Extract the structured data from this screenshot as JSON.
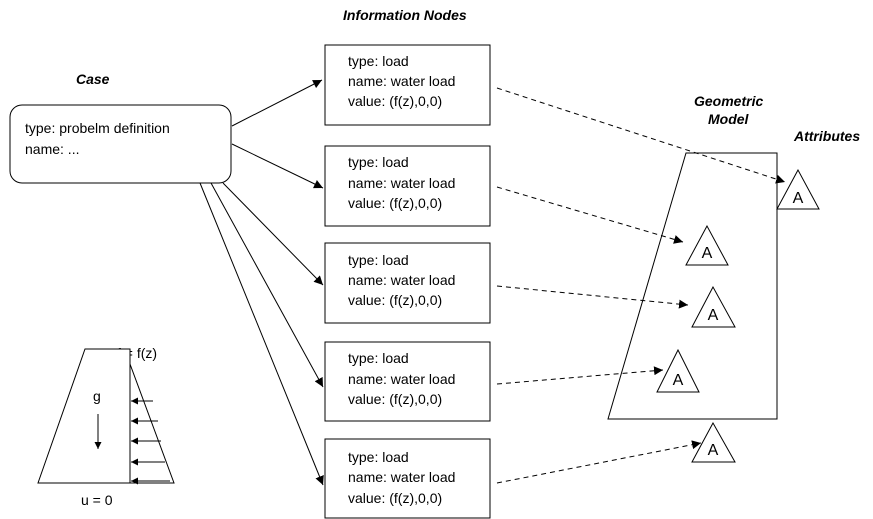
{
  "headers": {
    "information_nodes": "Information Nodes",
    "case": "Case",
    "geometric_model_line1": "Geometric",
    "geometric_model_line2": "Model",
    "attributes": "Attributes"
  },
  "case_box": {
    "line1": "type: probelm definition",
    "line2": "name: ..."
  },
  "nodes": [
    {
      "type": "type: load",
      "name": "name: water load",
      "value": "value: (f(z),0,0)"
    },
    {
      "type": "type: load",
      "name": "name: water load",
      "value": "value: (f(z),0,0)"
    },
    {
      "type": "type: load",
      "name": "name: water load",
      "value": "value: (f(z),0,0)"
    },
    {
      "type": "type: load",
      "name": "name: water load",
      "value": "value: (f(z),0,0)"
    },
    {
      "type": "type: load",
      "name": "name: water load",
      "value": "value: (f(z),0,0)"
    }
  ],
  "attributes": [
    "A",
    "A",
    "A",
    "A",
    "A"
  ],
  "dam_sketch": {
    "load_label": "f = f(z)",
    "gravity_label": "g",
    "boundary_label": "u = 0"
  }
}
